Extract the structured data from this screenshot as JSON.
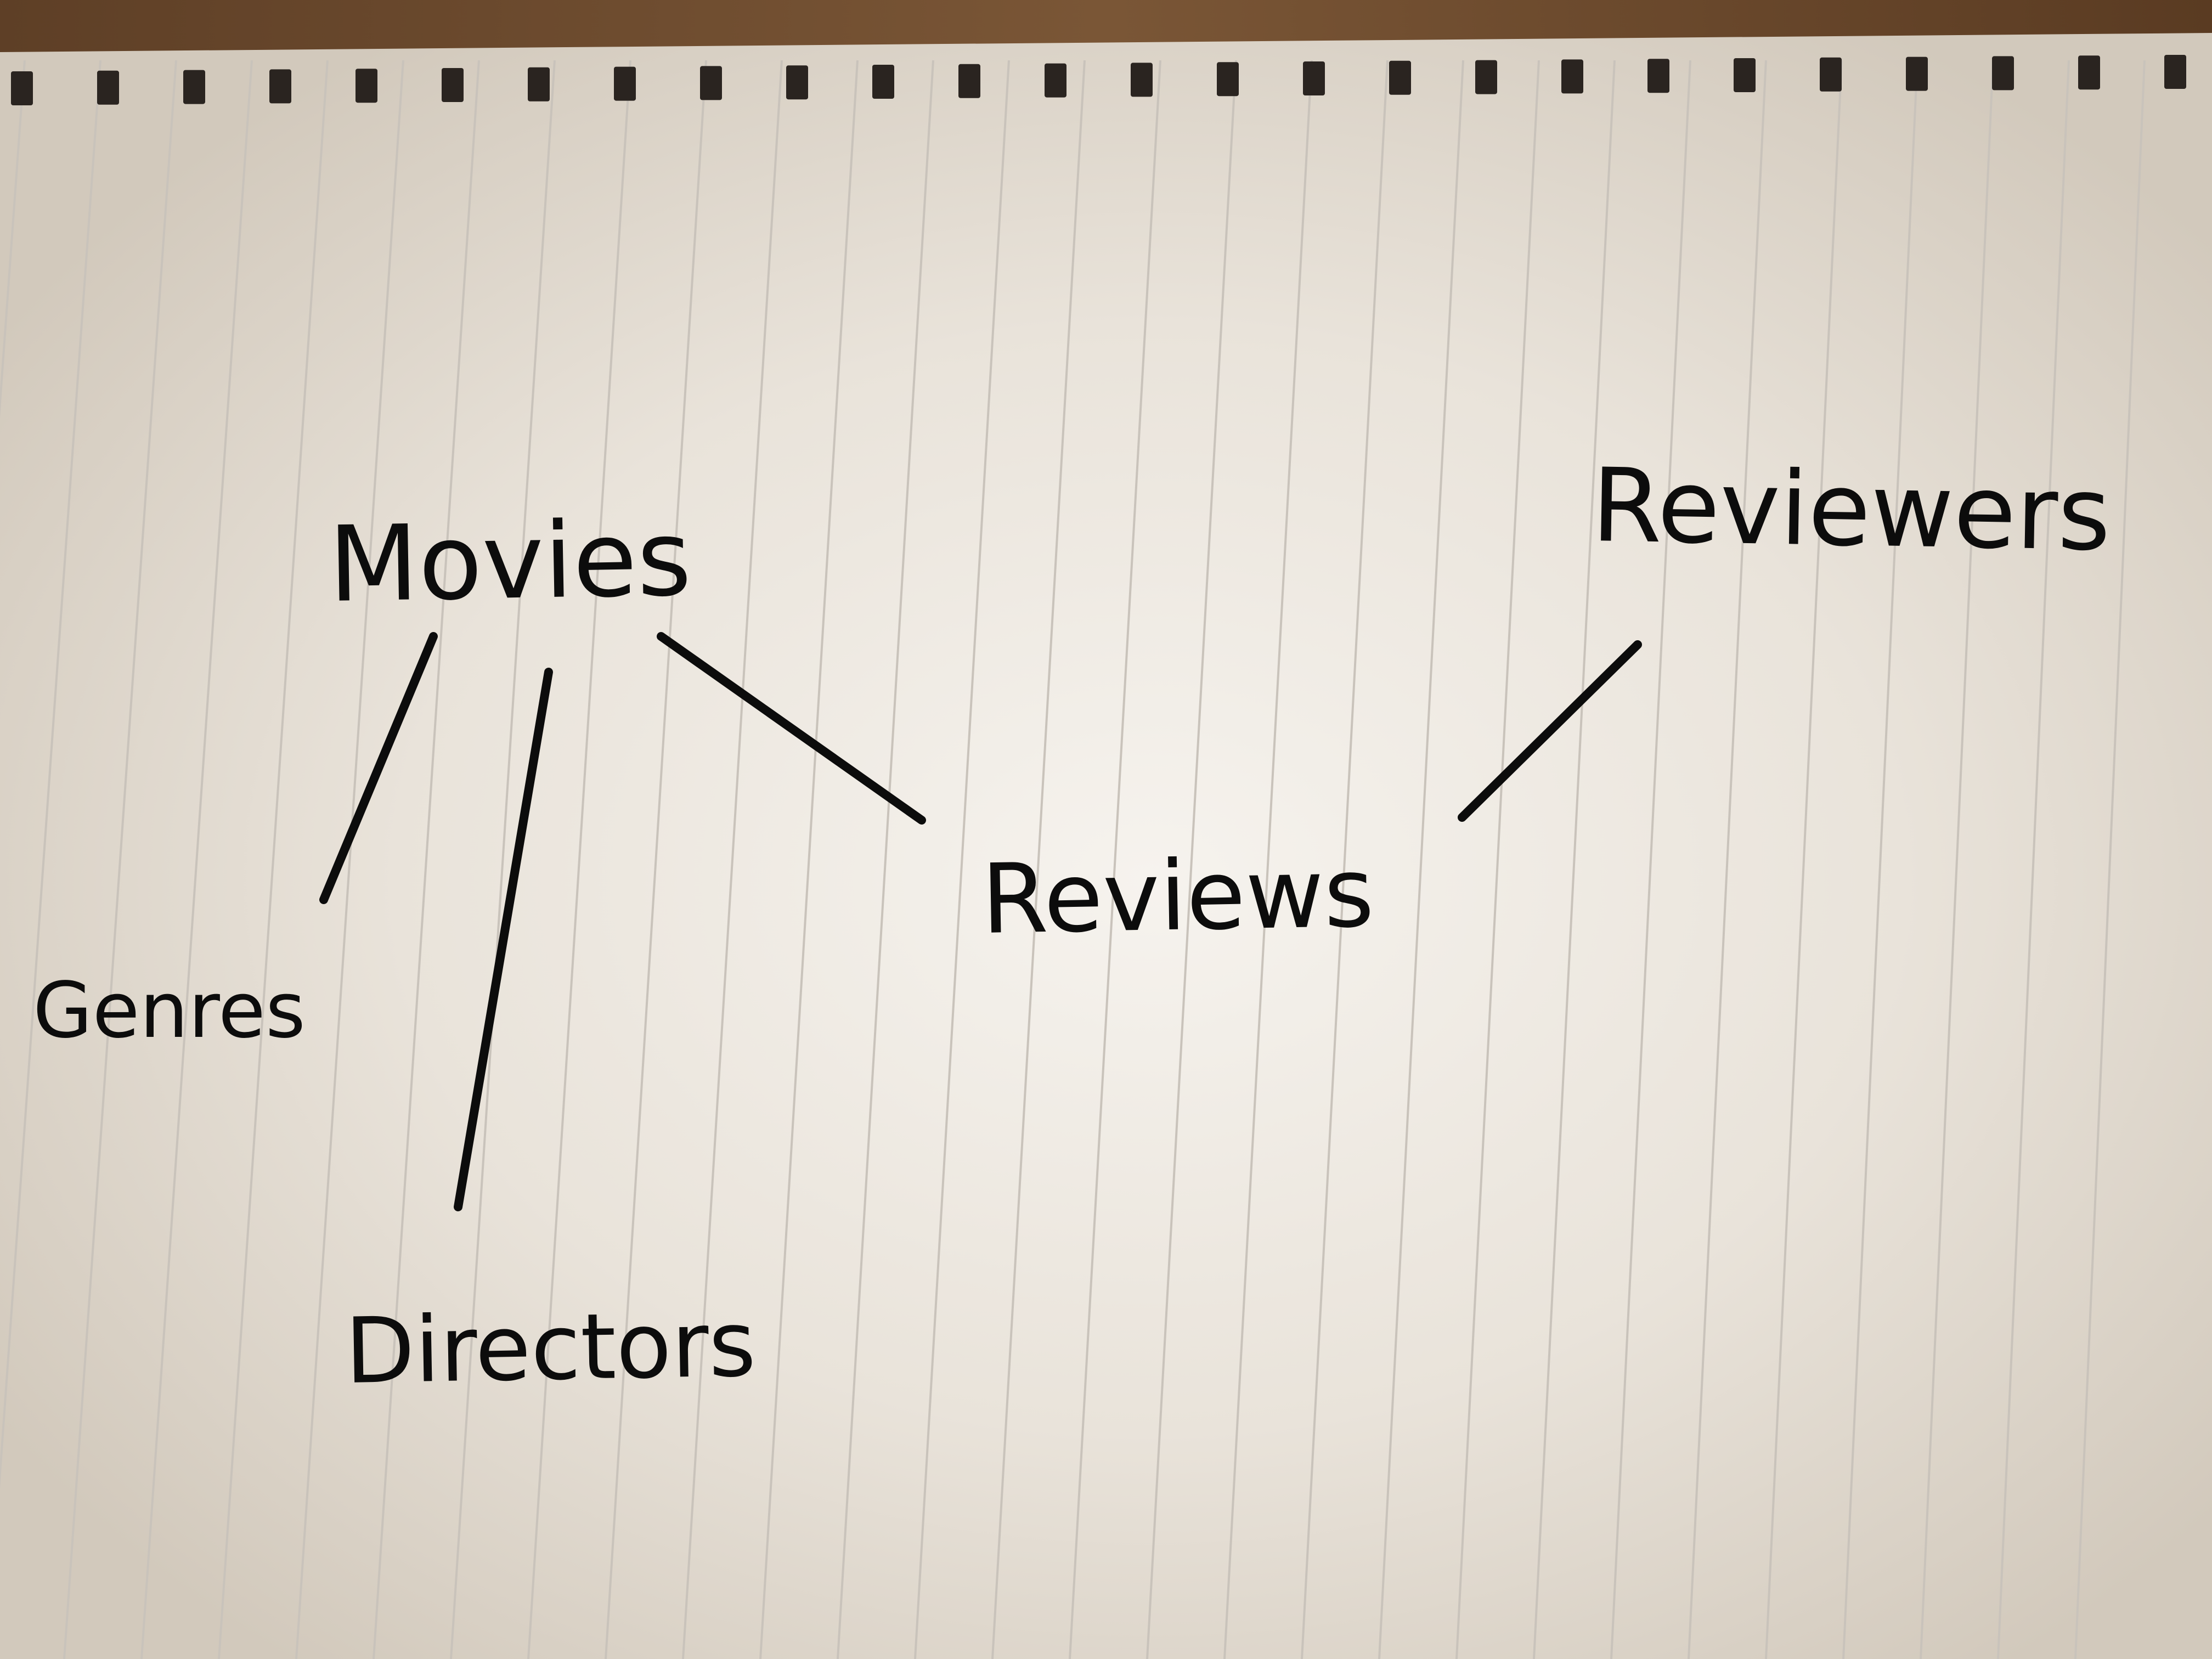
{
  "nodes": [
    {
      "id": "movies",
      "text": "Movies"
    },
    {
      "id": "reviewers",
      "text": "Reviewers"
    },
    {
      "id": "genres",
      "text": "Genres"
    },
    {
      "id": "reviews",
      "text": "Reviews"
    },
    {
      "id": "directors",
      "text": "Directors"
    }
  ],
  "edges": [
    {
      "from": "movies",
      "to": "genres"
    },
    {
      "from": "directors",
      "to": "movies"
    },
    {
      "from": "reviews",
      "to": "movies"
    },
    {
      "from": "reviews",
      "to": "reviewers"
    }
  ],
  "colors": {
    "wood": "#6b4a2e",
    "paper": "#ece6dd",
    "rule_line": "#c9c3bb",
    "ink": "#0c0c0c"
  }
}
